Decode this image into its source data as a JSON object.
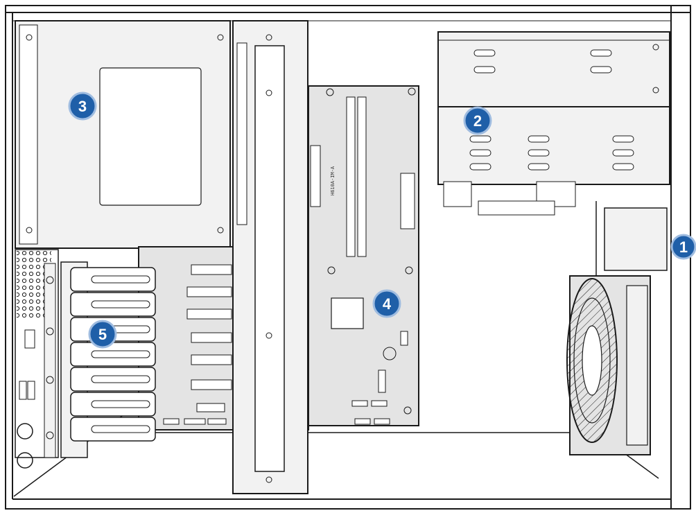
{
  "diagram": {
    "colors": {
      "line": "#1a1a1a",
      "panel": "#f2f2f2",
      "board": "#e4e4e4",
      "callout": "#1f5fa8",
      "callout_ring": "#9fbce0"
    },
    "callouts": [
      {
        "id": "1",
        "label": "1"
      },
      {
        "id": "2",
        "label": "2"
      },
      {
        "id": "3",
        "label": "3"
      },
      {
        "id": "4",
        "label": "4"
      },
      {
        "id": "5",
        "label": "5"
      }
    ],
    "board_silkscreen": "H610A-IM-A"
  }
}
